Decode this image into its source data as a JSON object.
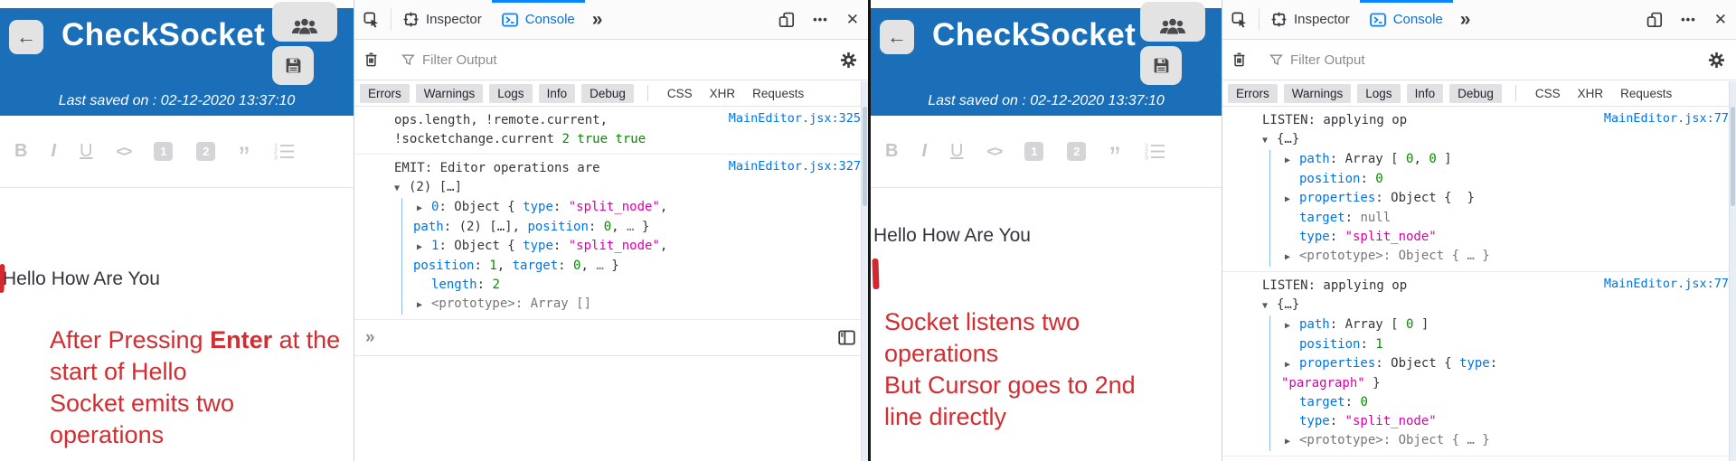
{
  "app": {
    "title": "CheckSocket",
    "last_saved": "Last saved on : 02-12-2020 13:37:10",
    "back_glyph": "←",
    "header_color": "#1a6fb8",
    "annotation_color": "#d32c31"
  },
  "editor_toolbar": {
    "bold": "B",
    "italic": "I",
    "underline": "U",
    "code": "<>",
    "h1": "1",
    "h2": "2",
    "quote": "”"
  },
  "chrome": {
    "inspector": "Inspector",
    "console": "Console",
    "more_tabs": "»",
    "meatball": "•••",
    "close": "✕",
    "filter_placeholder": "Filter Output",
    "filters": [
      "Errors",
      "Warnings",
      "Logs",
      "Info",
      "Debug"
    ],
    "categories": [
      "CSS",
      "XHR",
      "Requests"
    ],
    "prompt": "»"
  },
  "left": {
    "editor_text": "Hello How Are You",
    "note": [
      [
        {
          "t": "After Pressing "
        },
        {
          "t": "Enter",
          "b": 1
        },
        {
          "t": " at the"
        }
      ],
      [
        {
          "t": "start of Hello"
        }
      ],
      [
        {
          "t": "Socket emits two"
        }
      ],
      [
        {
          "t": "operations"
        }
      ]
    ],
    "logs": [
      {
        "source": "MainEditor.jsx:325",
        "main": [
          [
            {
              "t": "ops.length, !remote.current,"
            }
          ],
          [
            {
              "t": "!socketchange.current "
            },
            {
              "t": "2 true true",
              "c": "num"
            }
          ]
        ]
      },
      {
        "source": "MainEditor.jsx:327",
        "main": [
          [
            {
              "t": "EMIT: Editor operations are"
            }
          ]
        ],
        "tree_head": [
          {
            "t": "(2) […]"
          }
        ],
        "tree": [
          {
            "k": "a",
            "tokens": [
              {
                "t": "0",
                "c": "key"
              },
              {
                "t": ": Object { "
              },
              {
                "t": "type",
                "c": "key"
              },
              {
                "t": ": "
              },
              {
                "t": "\"split_node\"",
                "c": "str"
              },
              {
                "t": ","
              }
            ]
          },
          {
            "k": "w",
            "tokens": [
              {
                "t": "path",
                "c": "key"
              },
              {
                "t": ": (2) […], "
              },
              {
                "t": "position",
                "c": "key"
              },
              {
                "t": ": "
              },
              {
                "t": "0",
                "c": "num"
              },
              {
                "t": ", "
              },
              {
                "t": "…",
                "c": "gray"
              },
              {
                "t": " }"
              }
            ]
          },
          {
            "k": "a",
            "tokens": [
              {
                "t": "1",
                "c": "key"
              },
              {
                "t": ": Object { "
              },
              {
                "t": "type",
                "c": "key"
              },
              {
                "t": ": "
              },
              {
                "t": "\"split_node\"",
                "c": "str"
              },
              {
                "t": ","
              }
            ]
          },
          {
            "k": "w",
            "tokens": [
              {
                "t": "position",
                "c": "key"
              },
              {
                "t": ": "
              },
              {
                "t": "1",
                "c": "num"
              },
              {
                "t": ", "
              },
              {
                "t": "target",
                "c": "key"
              },
              {
                "t": ": "
              },
              {
                "t": "0",
                "c": "num"
              },
              {
                "t": ", "
              },
              {
                "t": "…",
                "c": "gray"
              },
              {
                "t": " }"
              }
            ]
          },
          {
            "k": "p",
            "tokens": [
              {
                "t": "length",
                "c": "key"
              },
              {
                "t": ": "
              },
              {
                "t": "2",
                "c": "num"
              }
            ]
          },
          {
            "k": "a",
            "tokens": [
              {
                "t": "<prototype>",
                "c": "gray"
              },
              {
                "t": ": ",
                "c": "gray"
              },
              {
                "t": "Array []",
                "c": "gray"
              }
            ]
          }
        ]
      }
    ]
  },
  "right": {
    "editor_text": "Hello How Are You",
    "note": [
      [
        {
          "t": "Socket listens two"
        }
      ],
      [
        {
          "t": "operations"
        }
      ],
      [
        {
          "t": "But Cursor goes to 2nd"
        }
      ],
      [
        {
          "t": "line directly"
        }
      ]
    ],
    "logs": [
      {
        "source": "MainEditor.jsx:77",
        "main": [
          [
            {
              "t": "LISTEN: applying op"
            }
          ]
        ],
        "tree_head": [
          {
            "t": "{…}"
          }
        ],
        "tree": [
          {
            "k": "a",
            "tokens": [
              {
                "t": "path",
                "c": "key"
              },
              {
                "t": ": Array [ "
              },
              {
                "t": "0",
                "c": "num"
              },
              {
                "t": ", "
              },
              {
                "t": "0",
                "c": "num"
              },
              {
                "t": " ]"
              }
            ]
          },
          {
            "k": "p",
            "tokens": [
              {
                "t": "position",
                "c": "key"
              },
              {
                "t": ": "
              },
              {
                "t": "0",
                "c": "num"
              }
            ]
          },
          {
            "k": "a",
            "tokens": [
              {
                "t": "properties",
                "c": "key"
              },
              {
                "t": ": Object {  }"
              }
            ]
          },
          {
            "k": "p",
            "tokens": [
              {
                "t": "target",
                "c": "key"
              },
              {
                "t": ": "
              },
              {
                "t": "null",
                "c": "gray"
              }
            ]
          },
          {
            "k": "p",
            "tokens": [
              {
                "t": "type",
                "c": "key"
              },
              {
                "t": ": "
              },
              {
                "t": "\"split_node\"",
                "c": "str"
              }
            ]
          },
          {
            "k": "a",
            "tokens": [
              {
                "t": "<prototype>",
                "c": "gray"
              },
              {
                "t": ": ",
                "c": "gray"
              },
              {
                "t": "Object { … }",
                "c": "gray"
              }
            ]
          }
        ]
      },
      {
        "source": "MainEditor.jsx:77",
        "main": [
          [
            {
              "t": "LISTEN: applying op"
            }
          ]
        ],
        "tree_head": [
          {
            "t": "{…}"
          }
        ],
        "tree": [
          {
            "k": "a",
            "tokens": [
              {
                "t": "path",
                "c": "key"
              },
              {
                "t": ": Array [ "
              },
              {
                "t": "0",
                "c": "num"
              },
              {
                "t": " ]"
              }
            ]
          },
          {
            "k": "p",
            "tokens": [
              {
                "t": "position",
                "c": "key"
              },
              {
                "t": ": "
              },
              {
                "t": "1",
                "c": "num"
              }
            ]
          },
          {
            "k": "a",
            "tokens": [
              {
                "t": "properties",
                "c": "key"
              },
              {
                "t": ": Object { "
              },
              {
                "t": "type",
                "c": "key"
              },
              {
                "t": ":"
              }
            ]
          },
          {
            "k": "w",
            "tokens": [
              {
                "t": "\"paragraph\"",
                "c": "str"
              },
              {
                "t": " }"
              }
            ]
          },
          {
            "k": "p",
            "tokens": [
              {
                "t": "target",
                "c": "key"
              },
              {
                "t": ": "
              },
              {
                "t": "0",
                "c": "num"
              }
            ]
          },
          {
            "k": "p",
            "tokens": [
              {
                "t": "type",
                "c": "key"
              },
              {
                "t": ": "
              },
              {
                "t": "\"split_node\"",
                "c": "str"
              }
            ]
          },
          {
            "k": "a",
            "tokens": [
              {
                "t": "<prototype>",
                "c": "gray"
              },
              {
                "t": ": ",
                "c": "gray"
              },
              {
                "t": "Object { … }",
                "c": "gray"
              }
            ]
          }
        ]
      }
    ]
  }
}
